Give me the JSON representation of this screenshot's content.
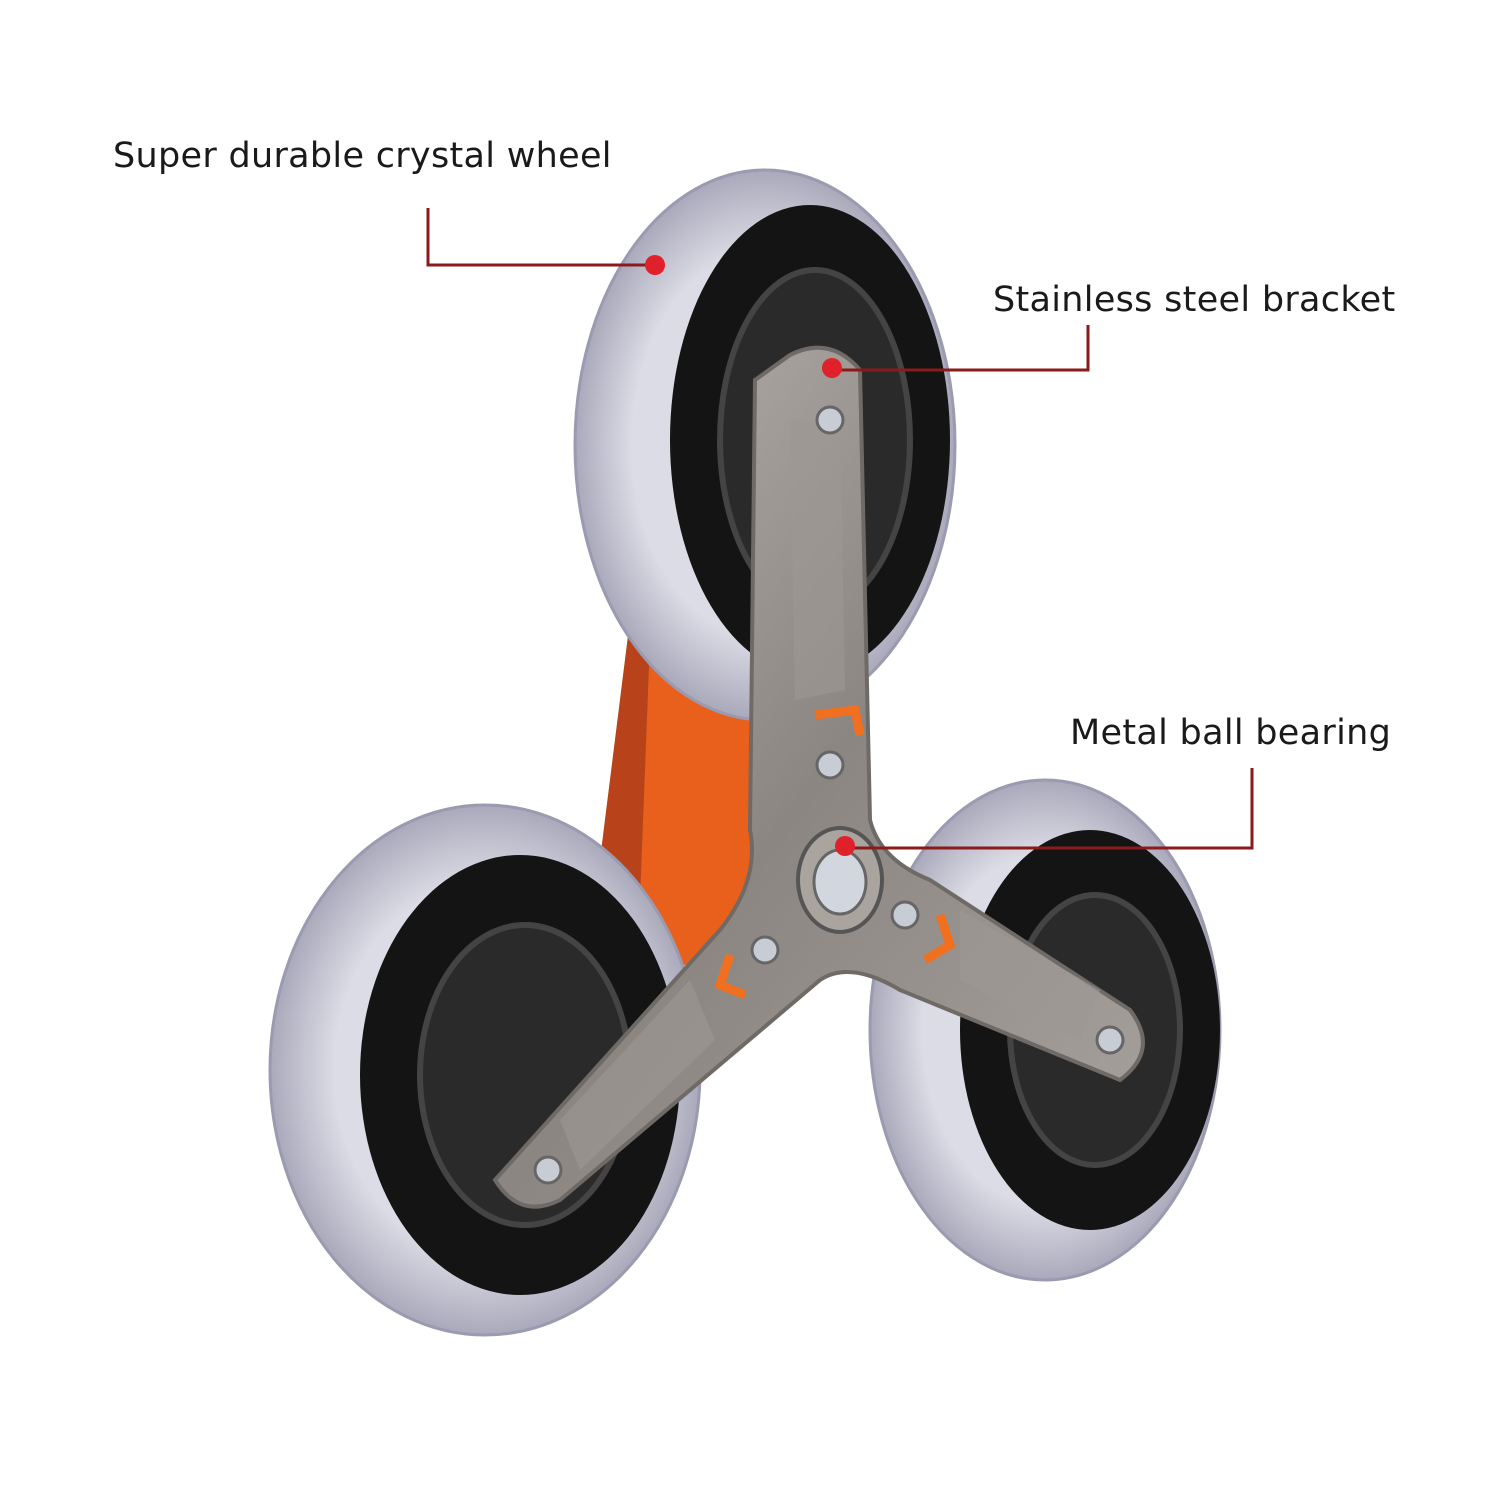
{
  "callouts": [
    {
      "label": "Super durable crystal wheel"
    },
    {
      "label": "Stainless steel bracket"
    },
    {
      "label": "Metal ball bearing"
    }
  ],
  "colors": {
    "callout_line": "#8b1a1a",
    "callout_dot": "#e0202a",
    "bracket": "#8f8a86",
    "orange_frame": "#e8601c",
    "wheel_tire": "#c9c9d6",
    "hub": "#151515"
  }
}
